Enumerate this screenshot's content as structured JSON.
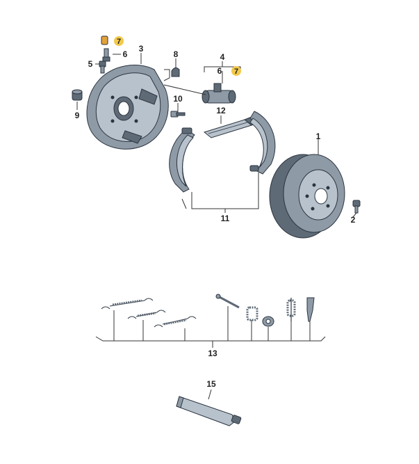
{
  "diagram": {
    "highlight_color": "#f2c94c",
    "part_color": "#8e9aa6",
    "labels": {
      "p1": "1",
      "p2": "2",
      "p3": "3",
      "p4": "4",
      "p5": "5",
      "p6a": "6",
      "p6b": "6",
      "p7a": "7",
      "p7b": "7",
      "p8": "8",
      "p9": "9",
      "p10": "10",
      "p11": "11",
      "p12": "12",
      "p13": "13",
      "p15": "15"
    }
  }
}
